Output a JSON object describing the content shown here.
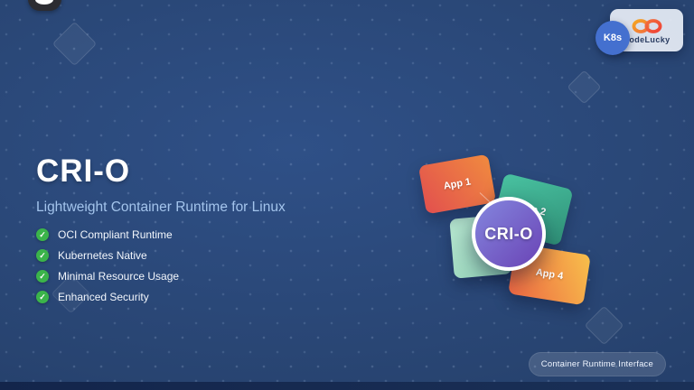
{
  "header": {
    "k8s_badge": "K8s",
    "brand": "CodeLucky"
  },
  "hero": {
    "title": "CRI-O",
    "subtitle": "Lightweight Container Runtime for Linux"
  },
  "features": [
    "OCI Compliant Runtime",
    "Kubernetes Native",
    "Minimal Resource Usage",
    "Enhanced Security"
  ],
  "diagram": {
    "center_label": "CRI-O",
    "apps": [
      {
        "label": "App 1"
      },
      {
        "label": "App 2"
      },
      {
        "label": "App 4"
      }
    ]
  },
  "footer": {
    "badge": "Container Runtime Interface"
  },
  "colors": {
    "background_top": "#2f5087",
    "background_bottom": "#1e3760",
    "accent_green": "#3bb44a",
    "subtitle_blue": "#a3c4ec",
    "k8s_blue": "#4470cf",
    "hub_purple_start": "#8486de",
    "hub_purple_end": "#6a43b5",
    "app1_gradient": [
      "#e2504e",
      "#f08a3f"
    ],
    "app2_gradient": [
      "#49c2a1",
      "#2f8f76"
    ],
    "app3_gradient": [
      "#b7e6d0",
      "#8fd0b5"
    ],
    "app4_gradient": [
      "#ee6743",
      "#f7c04b"
    ],
    "brand_logo_gradient": [
      "#f5a623",
      "#ef4136"
    ]
  }
}
